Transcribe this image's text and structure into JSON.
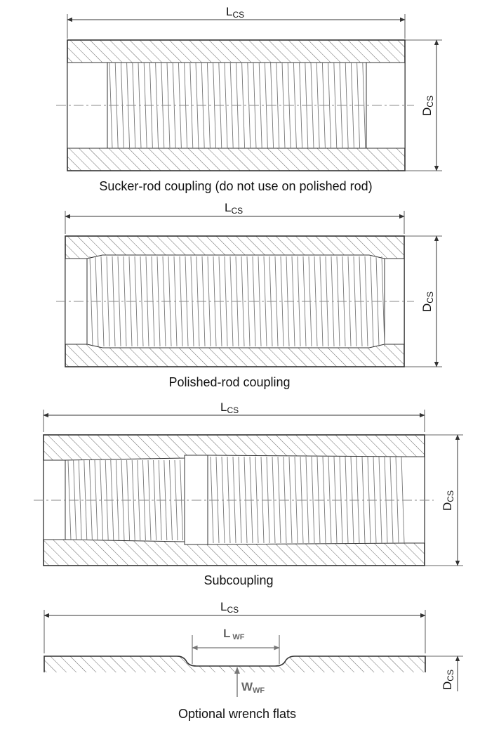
{
  "figures": [
    {
      "caption": "Sucker-rod coupling (do not use on polished rod)",
      "length_label": "L",
      "length_sub": "CS",
      "diameter_label": "D",
      "diameter_sub": "CS"
    },
    {
      "caption": "Polished-rod coupling",
      "length_label": "L",
      "length_sub": "CS",
      "diameter_label": "D",
      "diameter_sub": "CS"
    },
    {
      "caption": "Subcoupling",
      "length_label": "L",
      "length_sub": "CS",
      "diameter_label": "D",
      "diameter_sub": "CS"
    },
    {
      "caption": "Optional wrench flats",
      "length_label": "L",
      "length_sub": "CS",
      "diameter_label": "D",
      "diameter_sub": "CS",
      "flat_length_label": "L",
      "flat_length_sub": "WF",
      "flat_width_label": "W",
      "flat_width_sub": "WF"
    }
  ],
  "colors": {
    "line": "#333333",
    "hatch": "#555555",
    "thread": "#777777",
    "flats_label": "#666666"
  }
}
